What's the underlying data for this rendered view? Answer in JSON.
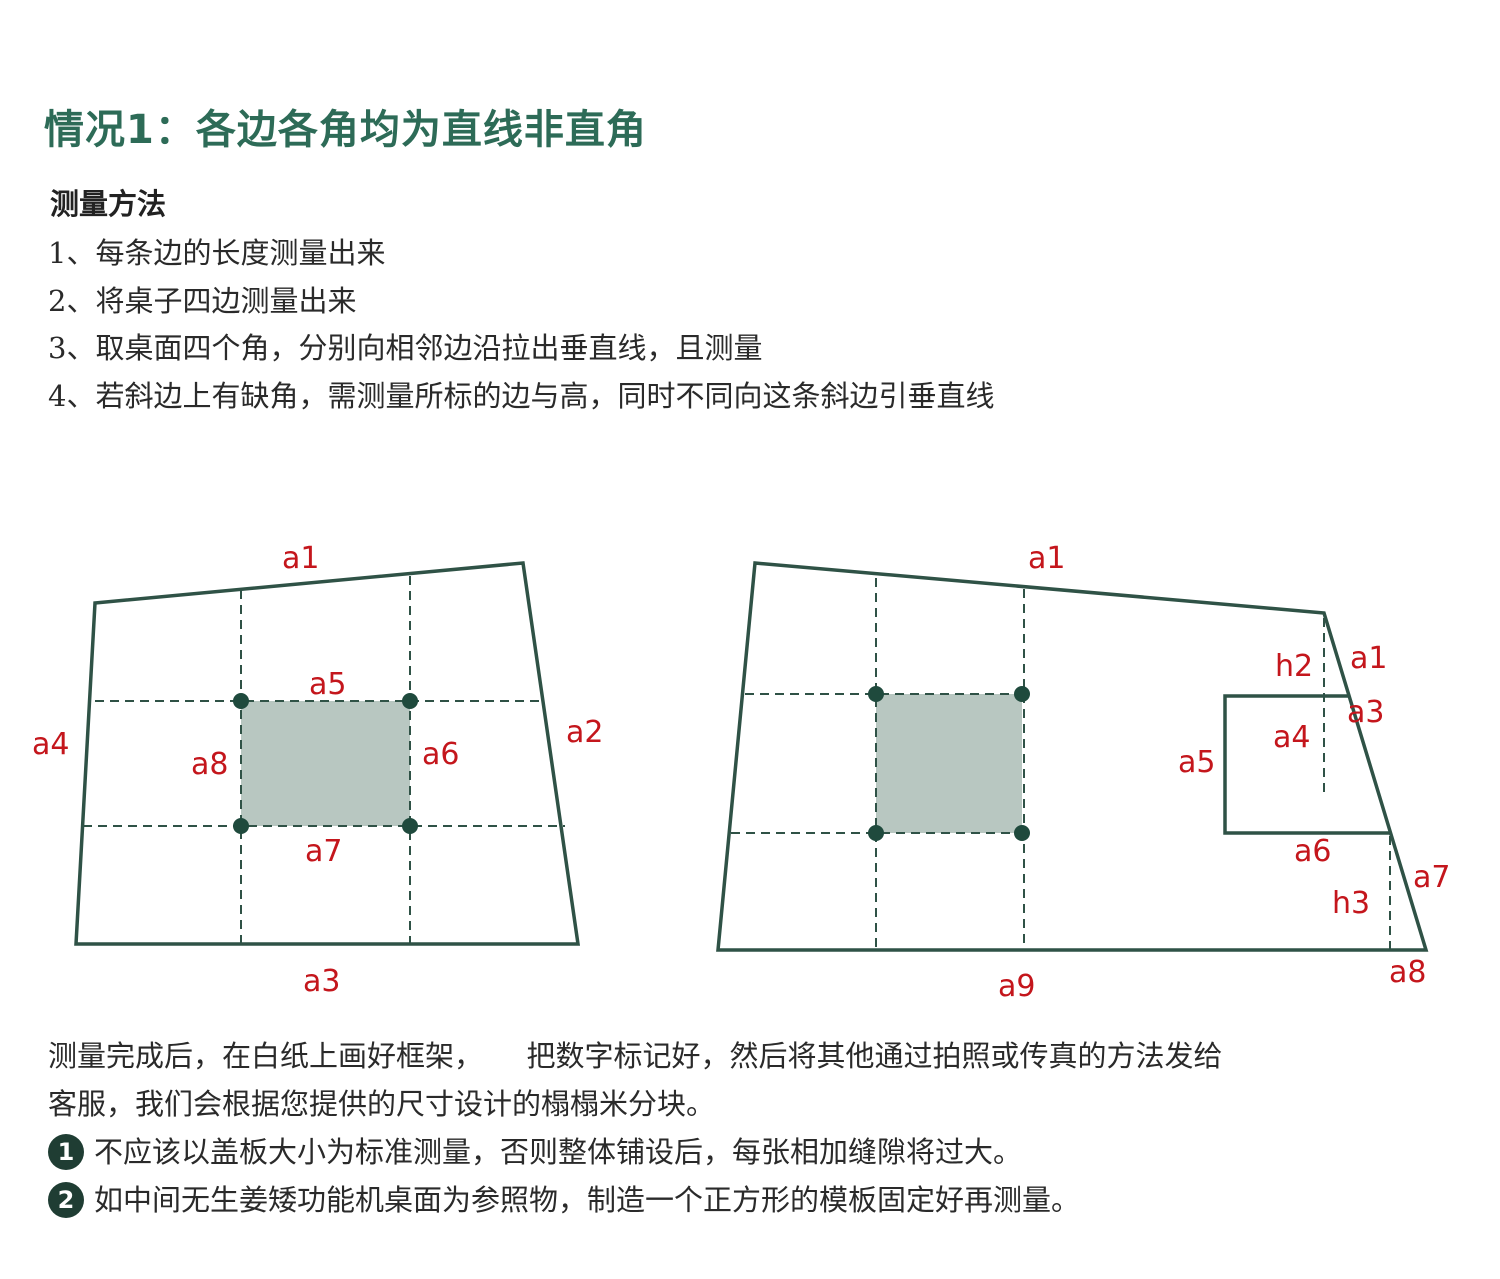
{
  "title": "情况1：各边各角均为直线非直角",
  "method": {
    "heading": "测量方法",
    "steps": [
      "1、每条边的长度测量出来",
      "2、将桌子四边测量出来",
      "3、取桌面四个角，分别向相邻边沿拉出垂直线，且测量",
      "4、若斜边上有缺角，需测量所标的边与高，同时不同向这条斜边引垂直线"
    ]
  },
  "diagram_left": {
    "labels": {
      "a1": "a1",
      "a2": "a2",
      "a3": "a3",
      "a4": "a4",
      "a5": "a5",
      "a6": "a6",
      "a7": "a7",
      "a8": "a8"
    }
  },
  "diagram_right": {
    "labels": {
      "a1_top": "a1",
      "a1_side": "a1",
      "h2": "h2",
      "a3": "a3",
      "a4": "a4",
      "a5": "a5",
      "a6": "a6",
      "a7": "a7",
      "h3": "h3",
      "a8": "a8",
      "a9": "a9"
    }
  },
  "bottom": {
    "paragraph_line1": "测量完成后，在白纸上画好框架，　　把数字标记好，然后将其他通过拍照或传真的方法发给",
    "paragraph_line2": "客服，我们会根据您提供的尺寸设计的榻榻米分块。",
    "notes": [
      {
        "badge": "1",
        "text": "不应该以盖板大小为标准测量，否则整体铺设后，每张相加缝隙将过大。"
      },
      {
        "badge": "2",
        "text": "如中间无生姜矮功能机桌面为参照物，制造一个正方形的模板固定好再测量。"
      }
    ]
  },
  "colors": {
    "accent": "#2d6b57",
    "outline": "#2f5246",
    "label": "#c4161c",
    "fill": "#b8c7c1",
    "dot": "#1f4a3d"
  }
}
